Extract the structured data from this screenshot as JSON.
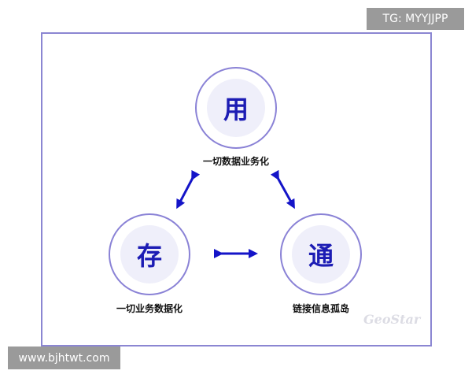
{
  "nodes": {
    "top": {
      "char": "用",
      "label": "一切数据业务化"
    },
    "left": {
      "char": "存",
      "label": "一切业务数据化"
    },
    "right": {
      "char": "通",
      "label": "链接信息孤岛"
    }
  },
  "watermark": "GeoStar",
  "overlay": {
    "top_right": "TG: MYYJJPP",
    "bottom_left": "www.bjhtwt.com"
  },
  "colors": {
    "accent": "#1c1cb4",
    "circle_border": "#8a82d6",
    "frame": "#8b86d2"
  }
}
